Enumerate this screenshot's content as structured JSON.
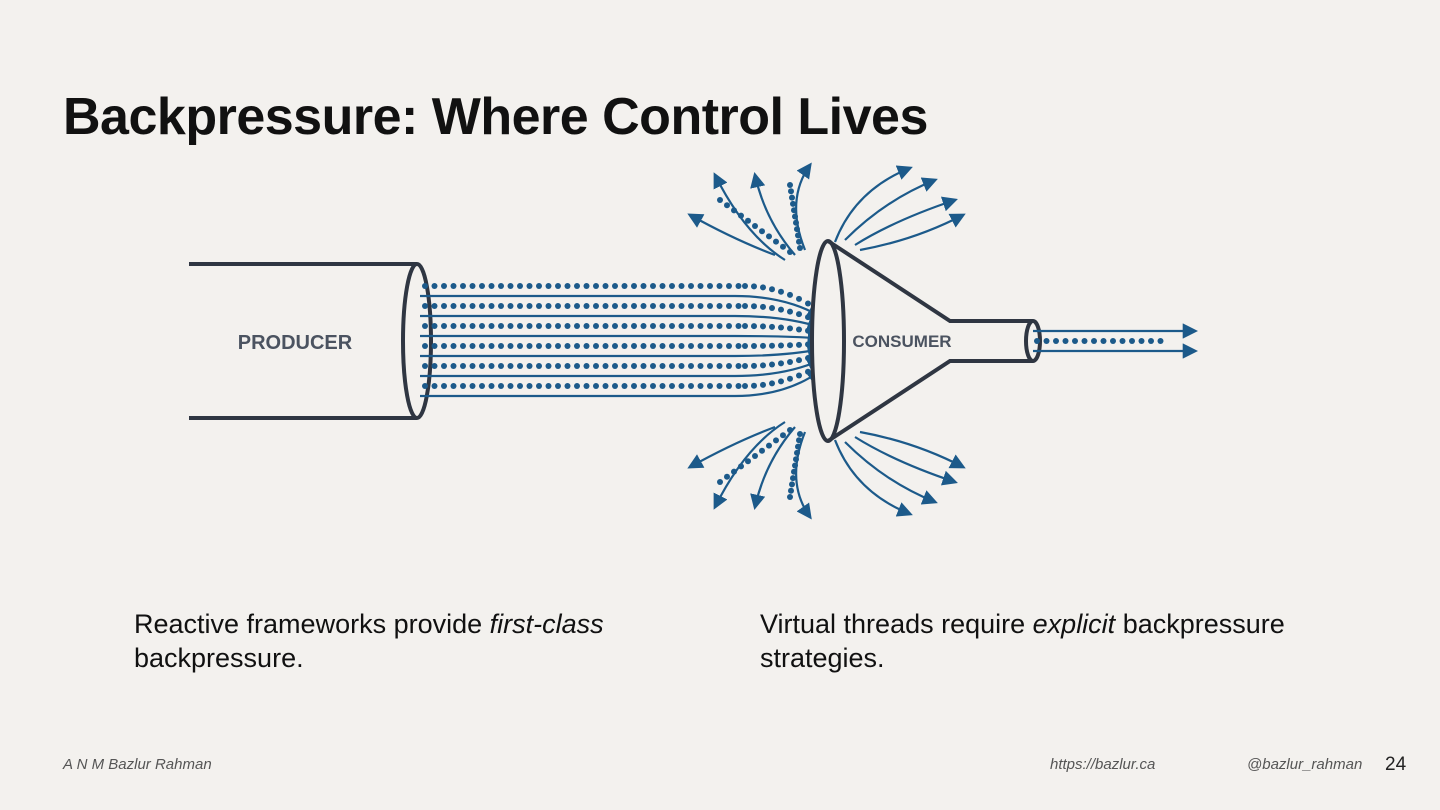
{
  "slide": {
    "title": "Backpressure: Where Control Lives"
  },
  "diagram": {
    "producer_label": "PRODUCER",
    "consumer_label": "CONSUMER",
    "colors": {
      "pipe": "#2f3642",
      "flow": "#1c5a8a",
      "label": "#4b5360"
    }
  },
  "bullets": {
    "left": {
      "text_before": "Reactive frameworks provide ",
      "emphasis": "first-class",
      "text_after": " backpressure."
    },
    "right": {
      "text_before": "Virtual threads require ",
      "emphasis": "explicit",
      "text_after": " backpressure strategies."
    }
  },
  "footer": {
    "author": "A N M Bazlur Rahman",
    "site": "https://bazlur.ca",
    "handle": "@bazlur_rahman",
    "page": "24"
  }
}
